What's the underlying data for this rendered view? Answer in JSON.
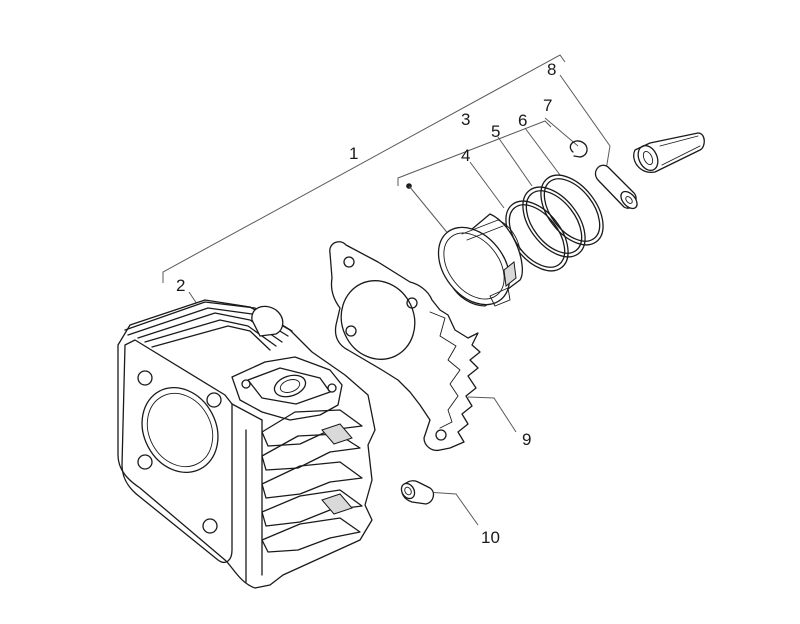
{
  "callouts": {
    "c1": "1",
    "c2": "2",
    "c3": "3",
    "c4": "4",
    "c5": "5",
    "c6": "6",
    "c7": "7",
    "c8": "8",
    "c9": "9",
    "c10": "10"
  },
  "parts": {
    "c1": "cylinder-piston-assembly",
    "c2": "cylinder",
    "c3": "piston-assembly",
    "c4": "piston",
    "c5": "piston-ring",
    "c6": "piston-ring",
    "c7": "circlip",
    "c8": "piston-pin",
    "c9": "cylinder-base-gasket",
    "c10": "dowel-bush"
  }
}
